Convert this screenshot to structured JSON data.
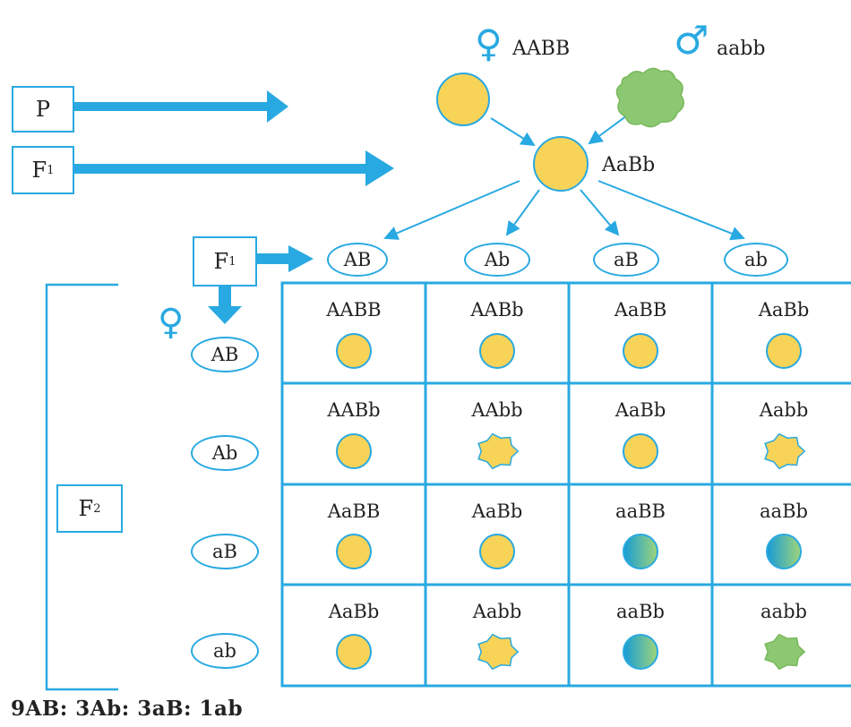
{
  "generations": {
    "p": "P",
    "f1_base": "F",
    "f1_sub": "1",
    "f2_base": "F",
    "f2_sub": "2"
  },
  "parents": {
    "female_symbol": "♀",
    "male_symbol": "♂",
    "female_genotype": "AABB",
    "male_genotype": "aabb",
    "f1_genotype": "AaBb"
  },
  "gametes": {
    "columns": [
      "AB",
      "Ab",
      "aB",
      "ab"
    ],
    "rows": [
      "AB",
      "Ab",
      "aB",
      "ab"
    ]
  },
  "punnett": {
    "genotypes": [
      [
        "AABB",
        "AABb",
        "AaBB",
        "AaBb"
      ],
      [
        "AABb",
        "AAbb",
        "AaBb",
        "Aabb"
      ],
      [
        "AaBB",
        "AaBb",
        "aaBB",
        "aaBb"
      ],
      [
        "AaBb",
        "Aabb",
        "aaBb",
        "aabb"
      ]
    ],
    "phenotypes": [
      [
        "round-yellow",
        "round-yellow",
        "round-yellow",
        "round-yellow"
      ],
      [
        "round-yellow",
        "wrinkled-yellow",
        "round-yellow",
        "wrinkled-yellow"
      ],
      [
        "round-yellow",
        "round-yellow",
        "round-green",
        "round-green"
      ],
      [
        "round-yellow",
        "wrinkled-yellow",
        "round-green",
        "wrinkled-green"
      ]
    ]
  },
  "ratio": "9AB: 3Ab: 3aB: 1ab",
  "colors": {
    "accent": "#29a9e1",
    "seed_yellow": "#f7d358",
    "seed_green": "#8cc771",
    "seed_blue": "#1c9fd8"
  }
}
